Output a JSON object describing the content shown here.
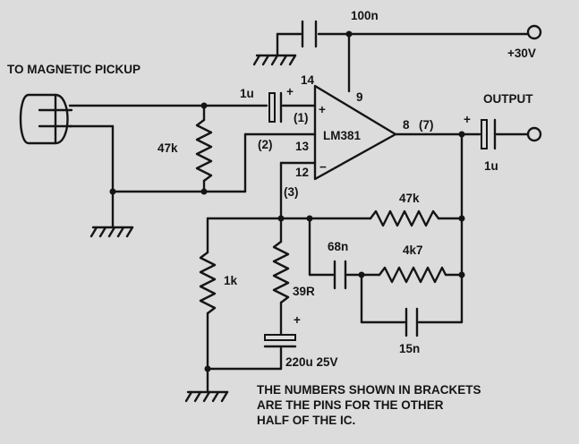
{
  "supply": {
    "c_top": "100n",
    "voltage": "+30V"
  },
  "input": {
    "label": "TO MAGNETIC PICKUP",
    "c_in": "1u",
    "c_in_polarity": "+",
    "r_in": "47k"
  },
  "ic": {
    "name": "LM381",
    "pin_14": "14",
    "pin_9": "9",
    "pin_13": "13",
    "pin_12": "12",
    "pin_1": "(1)",
    "pin_2": "(2)",
    "pin_3": "(3)",
    "pin_8": "8",
    "pin_7": "(7)",
    "plus": "+",
    "minus": "−"
  },
  "output": {
    "label": "OUTPUT",
    "c_out": "1u",
    "c_out_polarity": "+"
  },
  "feedback": {
    "r_top": "47k",
    "c_mid": "68n",
    "r_mid": "4k7",
    "c_bot": "15n"
  },
  "lower": {
    "r_left": "1k",
    "r_mid": "39R",
    "c_elec": "220u 25V",
    "c_elec_polarity": "+"
  },
  "note": {
    "line1": "THE NUMBERS SHOWN IN BRACKETS",
    "line2": "ARE THE PINS FOR THE OTHER",
    "line3": "HALF OF THE IC."
  }
}
